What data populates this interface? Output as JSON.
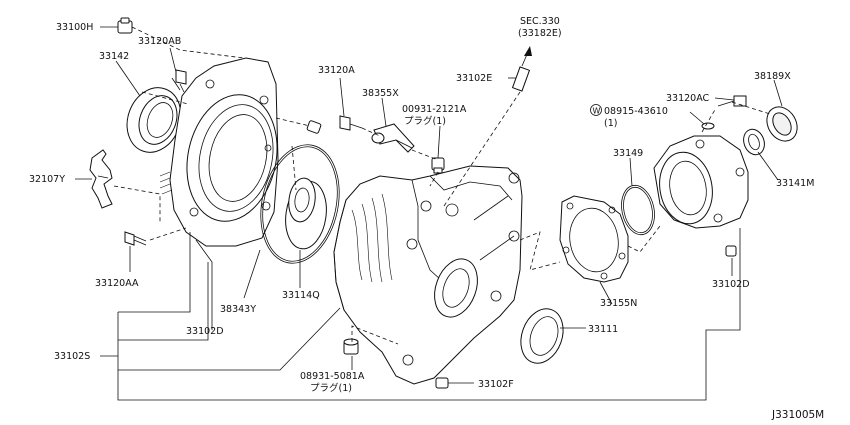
{
  "diagram": {
    "id_code": "J331005M",
    "labels": {
      "p33100H": "33100H",
      "p33120AB": "33120AB",
      "p33142": "33142",
      "p32107Y": "32107Y",
      "p33120AA": "33120AA",
      "p33120A": "33120A",
      "p38355X": "38355X",
      "p00931_2121A": "00931-2121A",
      "plug1_upper": "プラグ(1)",
      "sec330": "SEC.330",
      "sec330_ref": "(33182E)",
      "p33102E": "33102E",
      "p33120AC": "33120AC",
      "p38189X": "38189X",
      "w08915": "08915-43610",
      "w_circle": "W",
      "w_qty": "(1)",
      "p33149": "33149",
      "p33141M": "33141M",
      "p33102D_right": "33102D",
      "p33155N": "33155N",
      "p33111": "33111",
      "p38343Y": "38343Y",
      "p33114Q": "33114Q",
      "p33102D_left": "33102D",
      "p33102S": "33102S",
      "p08931_5081A": "08931-5081A",
      "plug1_lower": "プラグ(1)",
      "p33102F": "33102F"
    }
  }
}
